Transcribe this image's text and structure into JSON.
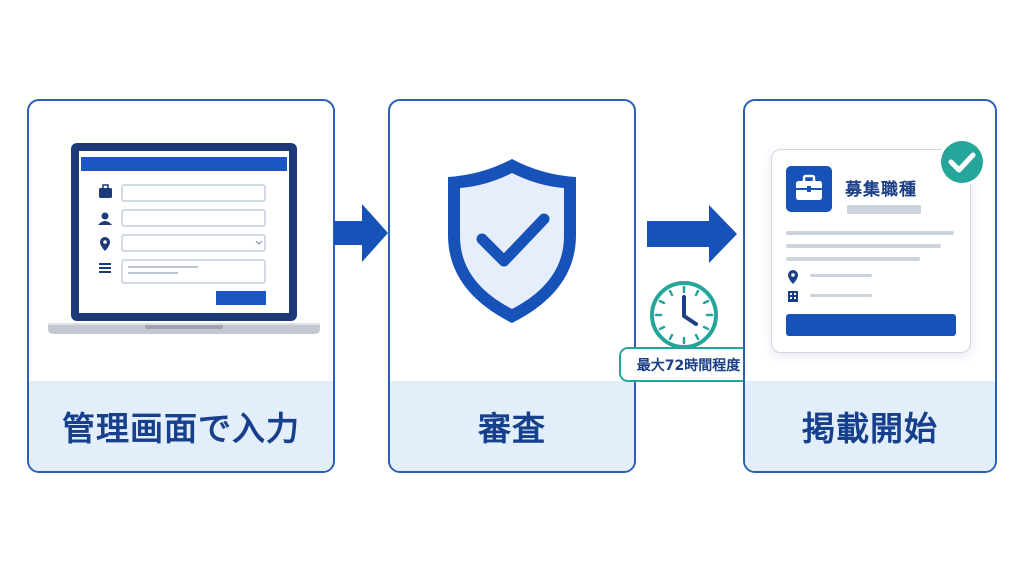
{
  "steps": [
    {
      "label": "管理画面で入力"
    },
    {
      "label": "審査"
    },
    {
      "label": "掲載開始"
    }
  ],
  "timer": {
    "text": "最大72時間程度"
  },
  "job_card": {
    "title": "募集職種"
  },
  "colors": {
    "primary": "#1652b8",
    "dark_navy": "#163f8c",
    "band": "#e3eefb",
    "teal": "#26a69a"
  }
}
